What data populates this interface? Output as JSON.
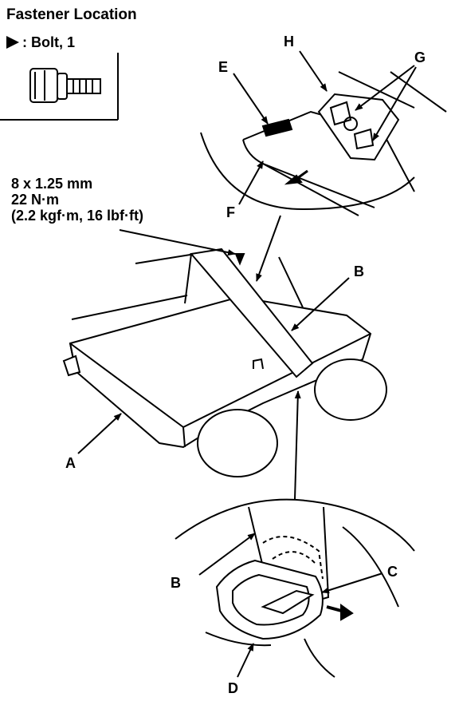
{
  "header": {
    "title": "Fastener Location",
    "bolt_legend": ": Bolt, 1"
  },
  "torque_spec": {
    "size": "8 x 1.25 mm",
    "torque_nm": "22 N·m",
    "torque_alt": "(2.2 kgf·m, 16 lbf·ft)"
  },
  "callouts": {
    "a": "A",
    "b_main": "B",
    "b_detail": "B",
    "c": "C",
    "d": "D",
    "e": "E",
    "f": "F",
    "g": "G",
    "h": "H"
  }
}
